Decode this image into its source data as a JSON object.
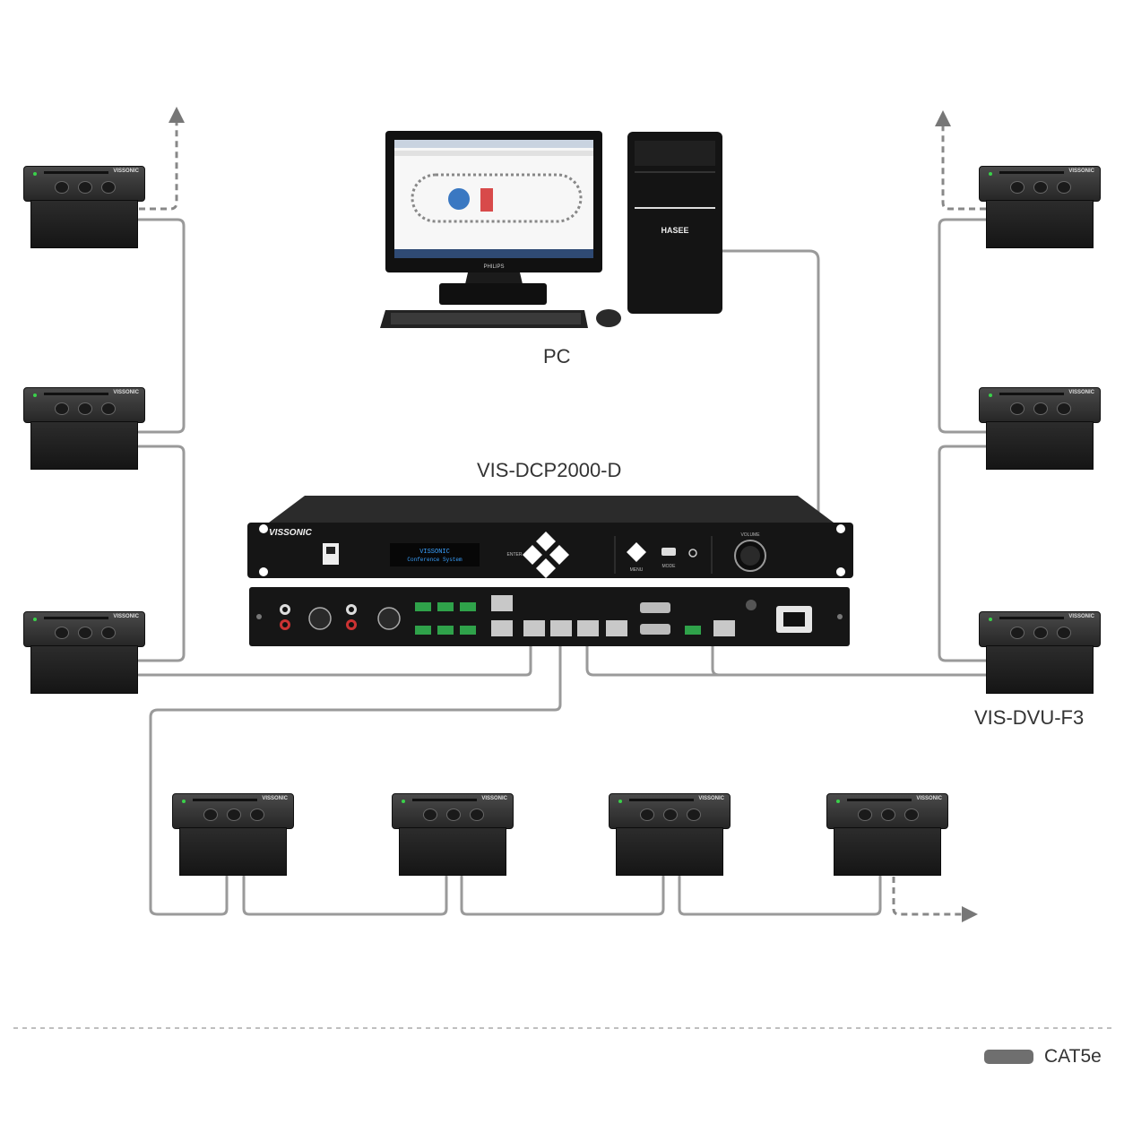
{
  "labels": {
    "pc": "PC",
    "processor": "VIS-DCP2000-D",
    "unit": "VIS-DVU-F3",
    "legend": "CAT5e"
  },
  "processor_front": {
    "brand": "VISSONIC",
    "display_line1": "VISSONIC",
    "display_line2": "Conference System",
    "enter": "ENTER",
    "menu": "MENU",
    "mode": "MODE",
    "volume": "VOLUME"
  },
  "pc_brands": {
    "monitor": "PHILIPS",
    "tower": "HASEE"
  },
  "unit_brand": "VISSONIC",
  "colors": {
    "cable": "#9a9a9a",
    "device": "#1c1c1c",
    "label": "#333333",
    "legend_swatch": "#6f6f6f"
  },
  "icons": [
    "arrow-up-icon",
    "arrow-right-icon",
    "power-switch-icon",
    "dpad-icon",
    "volume-knob-icon"
  ]
}
